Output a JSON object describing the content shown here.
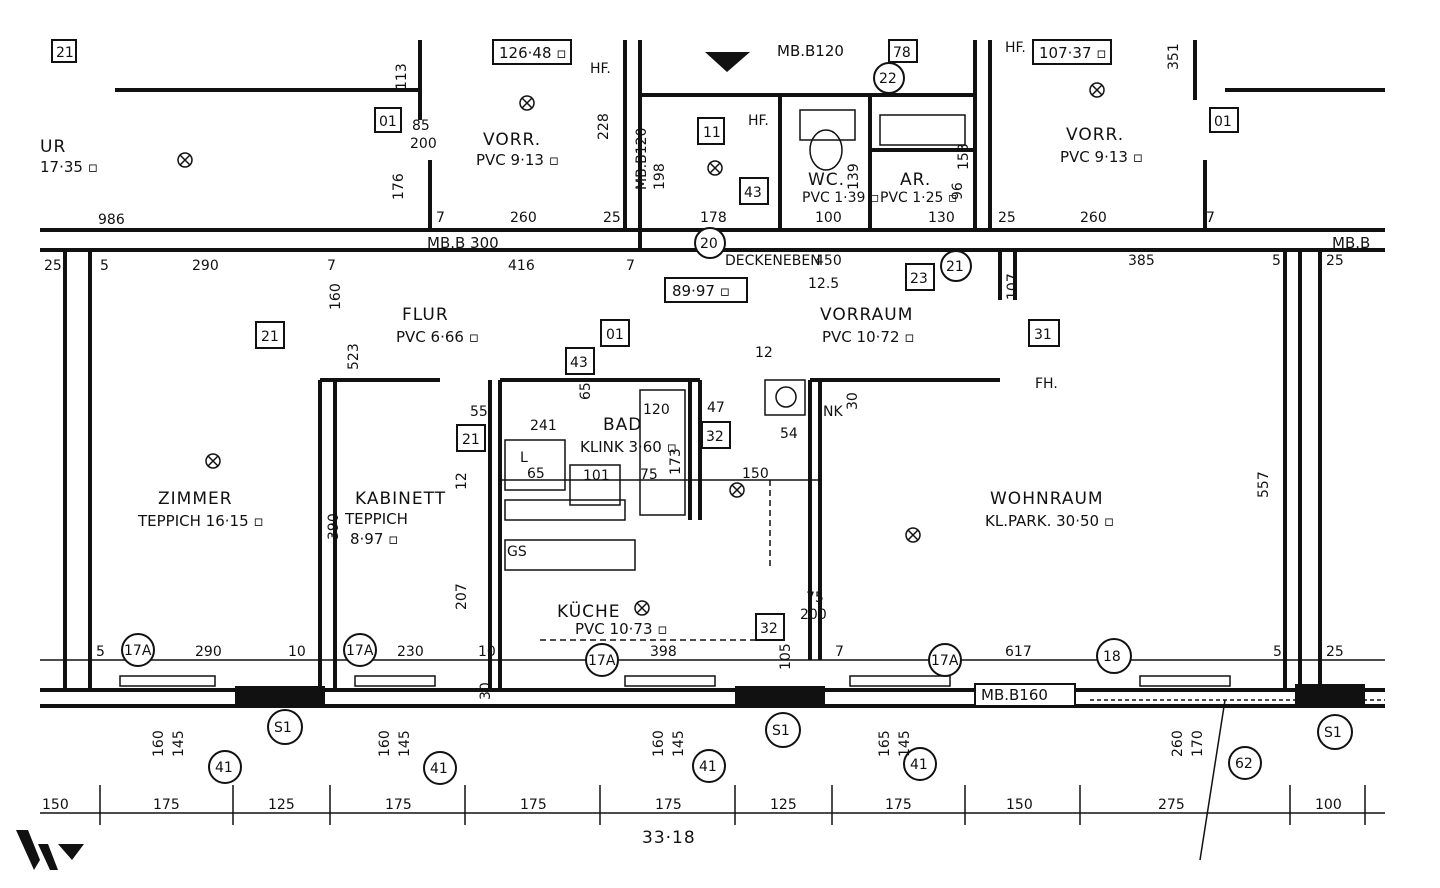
{
  "rooms": {
    "zimmer": {
      "name": "ZIMMER",
      "area": "TEPPICH 16·15 ▫"
    },
    "kabinett": {
      "name": "KABINETT",
      "floor": "TEPPICH",
      "area": "8·97 ▫"
    },
    "flur": {
      "name": "FLUR",
      "area": "PVC 6·66 ▫"
    },
    "bad": {
      "name": "BAD",
      "area": "KLINK 3·60 ▫"
    },
    "kueche": {
      "name": "KÜCHE",
      "area": "PVC 10·73 ▫"
    },
    "vorraum": {
      "name": "VORRAUM",
      "area": "PVC 10·72 ▫"
    },
    "wohnraum": {
      "name": "WOHNRAUM",
      "area": "KL.PARK. 30·50 ▫"
    },
    "wc": {
      "name": "WC.",
      "area": "PVC 1·39 ▫"
    },
    "ar": {
      "name": "AR.",
      "area": "PVC 1·25 ▫"
    },
    "vorr_left": {
      "name": "VORR.",
      "area": "PVC 9·13 ▫"
    },
    "vorr_right": {
      "name": "VORR.",
      "area": "PVC 9·13 ▫"
    },
    "ur_partial": {
      "name": "UR",
      "area": "17·35 ▫"
    }
  },
  "top_labels": {
    "area_left": "126·48 ▫",
    "area_right": "107·37 ▫",
    "area_center": "89·97 ▫",
    "mb_b120": "MB.B120",
    "mb_b120_vertical": "MB.B120",
    "mb_b300": "MB.B 300",
    "mb_b_right": "MB.B",
    "mb_b160": "MB.B160",
    "deckeneben": "DECKENEBEN",
    "nk": "NK",
    "hf_left": "HF.",
    "hf_mid": "HF.",
    "hf_right": "HF.",
    "fh": "FH.",
    "gs": "GS",
    "l": "L"
  },
  "boxed_numbers": [
    "21",
    "01",
    "11",
    "43",
    "78",
    "01",
    "21",
    "21",
    "01",
    "43",
    "32",
    "31",
    "23",
    "32"
  ],
  "circled_numbers": [
    "20",
    "21",
    "22",
    "17A",
    "17A",
    "17A",
    "17A",
    "18",
    "S1",
    "S1",
    "S1",
    "41",
    "41",
    "41",
    "41",
    "62"
  ],
  "dimensions": {
    "top_row": [
      "986",
      "7",
      "260",
      "25",
      "178",
      "100",
      "130",
      "25",
      "260",
      "7"
    ],
    "row_2": [
      "25",
      "5",
      "290",
      "7",
      "416",
      "7",
      "450",
      "12.5",
      "385",
      "5",
      "25"
    ],
    "bottom_row": [
      "5",
      "290",
      "10",
      "230",
      "10",
      "398",
      "7",
      "617",
      "5",
      "25"
    ],
    "windows": [
      "160",
      "145",
      "160",
      "145",
      "160",
      "145",
      "165",
      "145",
      "260",
      "170"
    ],
    "axis": [
      "150",
      "175",
      "125",
      "175",
      "175",
      "175",
      "125",
      "175",
      "150",
      "275",
      "100"
    ],
    "total": "33·18",
    "misc": [
      "85",
      "200",
      "176",
      "228",
      "198",
      "139",
      "96",
      "153",
      "523",
      "390",
      "207",
      "557",
      "241",
      "65",
      "101",
      "120",
      "75",
      "173",
      "150",
      "54",
      "47",
      "30",
      "12",
      "105",
      "75",
      "200",
      "160",
      "107",
      "55",
      "65",
      "30",
      "12",
      "113",
      "351"
    ]
  }
}
